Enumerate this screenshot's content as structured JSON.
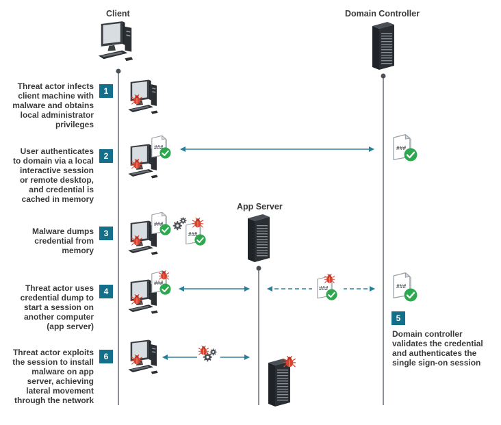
{
  "headers": {
    "client": "Client",
    "domain_controller": "Domain Controller",
    "app_server": "App Server"
  },
  "steps": [
    {
      "number": "1",
      "text": "Threat actor infects\nclient machine with\nmalware and obtains\nlocal administrator\nprivileges"
    },
    {
      "number": "2",
      "text": "User authenticates\nto domain via a local\ninteractive session\nor remote desktop,\nand credential is\ncached in memory"
    },
    {
      "number": "3",
      "text": "Malware dumps\ncredential from\nmemory"
    },
    {
      "number": "4",
      "text": "Threat actor uses\ncredential dump to\nstart a session on\nanother computer\n(app server)"
    },
    {
      "number": "5",
      "text": "Domain controller\nvalidates the credential\nand authenticates the\nsingle sign-on session"
    },
    {
      "number": "6",
      "text": "Threat actor exploits\nthe session to install\nmalware on app\nserver, achieving\nlateral movement\nthrough the network"
    }
  ],
  "credential_label": "###",
  "colors": {
    "accent": "#136f8a",
    "arrow": "#2a7f9a",
    "malware": "#d9432f",
    "check": "#2ea84f",
    "lifeline": "#8a9096",
    "server": "#2b2f33"
  },
  "icons": [
    "computer-icon",
    "server-icon",
    "credential-document-icon",
    "check-icon",
    "malware-bug-icon",
    "gears-icon"
  ]
}
